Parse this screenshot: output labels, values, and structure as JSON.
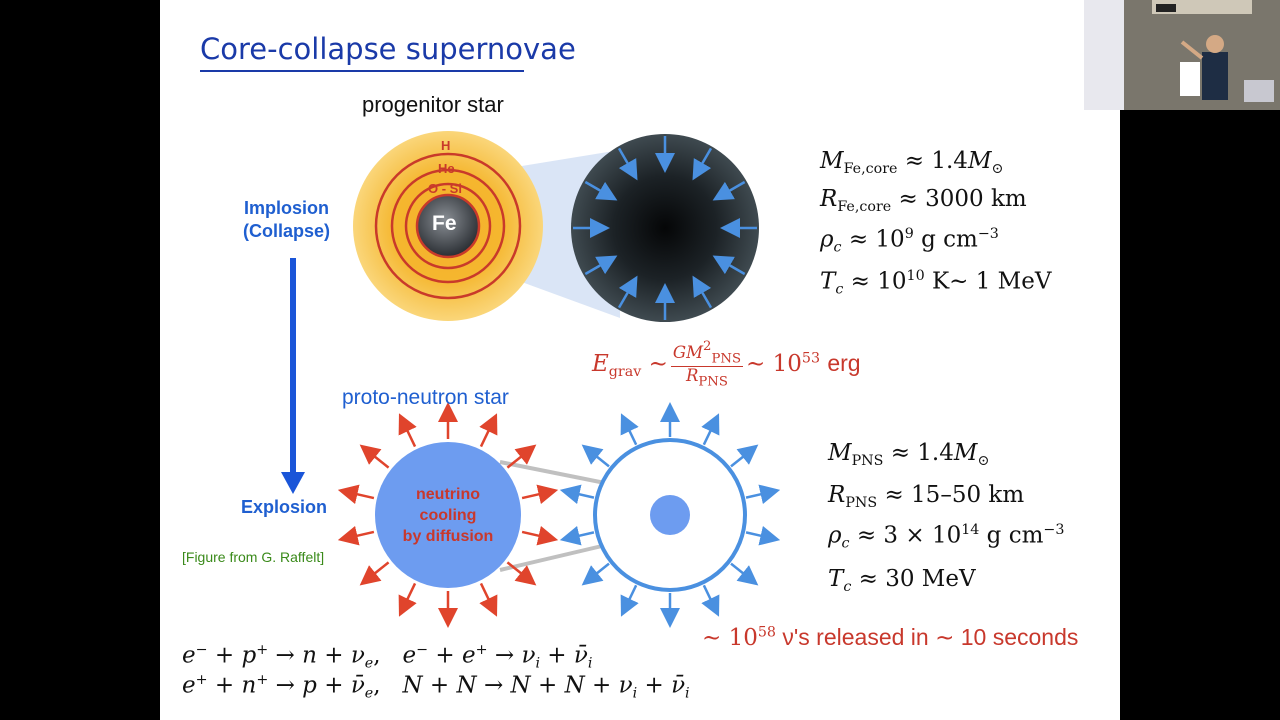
{
  "slide": {
    "title": "Core-collapse supernovae",
    "progenitor_label": "progenitor star",
    "layers": {
      "h": "H",
      "he": "He",
      "osi": "O - Si",
      "fe": "Fe"
    },
    "implosion_line1": "Implosion",
    "implosion_line2": "(Collapse)",
    "explosion": "Explosion",
    "pns_label": "proto-neutron star",
    "cooling": {
      "line1": "neutrino",
      "line2": "cooling",
      "line3": "by diffusion"
    },
    "credit": "[Figure from G. Raffelt]",
    "core": {
      "m_approx": "≈ 1.4",
      "r_approx": "≈ 3000 km",
      "rho_approx": "≈ 10",
      "rho_exp": "9",
      "rho_unit": " g cm",
      "rho_unit_exp": "−3",
      "t_approx": "≈ 10",
      "t_exp": "10",
      "t_rest": " K∼ 1 MeV"
    },
    "egrav": {
      "sim1": "∼",
      "sim2": "∼ 10",
      "exp": "53",
      "unit": "erg"
    },
    "pns": {
      "m_approx": "≈ 1.4",
      "r_approx": "≈ 15–50 km",
      "rho_approx": "≈ 3 × 10",
      "rho_exp": "14",
      "rho_unit": " g cm",
      "rho_unit_exp": "−3",
      "t_approx": "≈ 30 MeV"
    },
    "release": {
      "prefix": "∼ 10",
      "exp": "58",
      "mid": " ν's released in ",
      "suffix": "∼ 10 seconds"
    }
  },
  "colors": {
    "title": "#1a3aa8",
    "label_blue": "#1f5fd0",
    "formula_red": "#c8382c",
    "credit_green": "#3a8a1a",
    "pns_fill": "#6d9cf0",
    "arrow_blue": "#4a90e0",
    "arrow_red": "#e0442c"
  }
}
